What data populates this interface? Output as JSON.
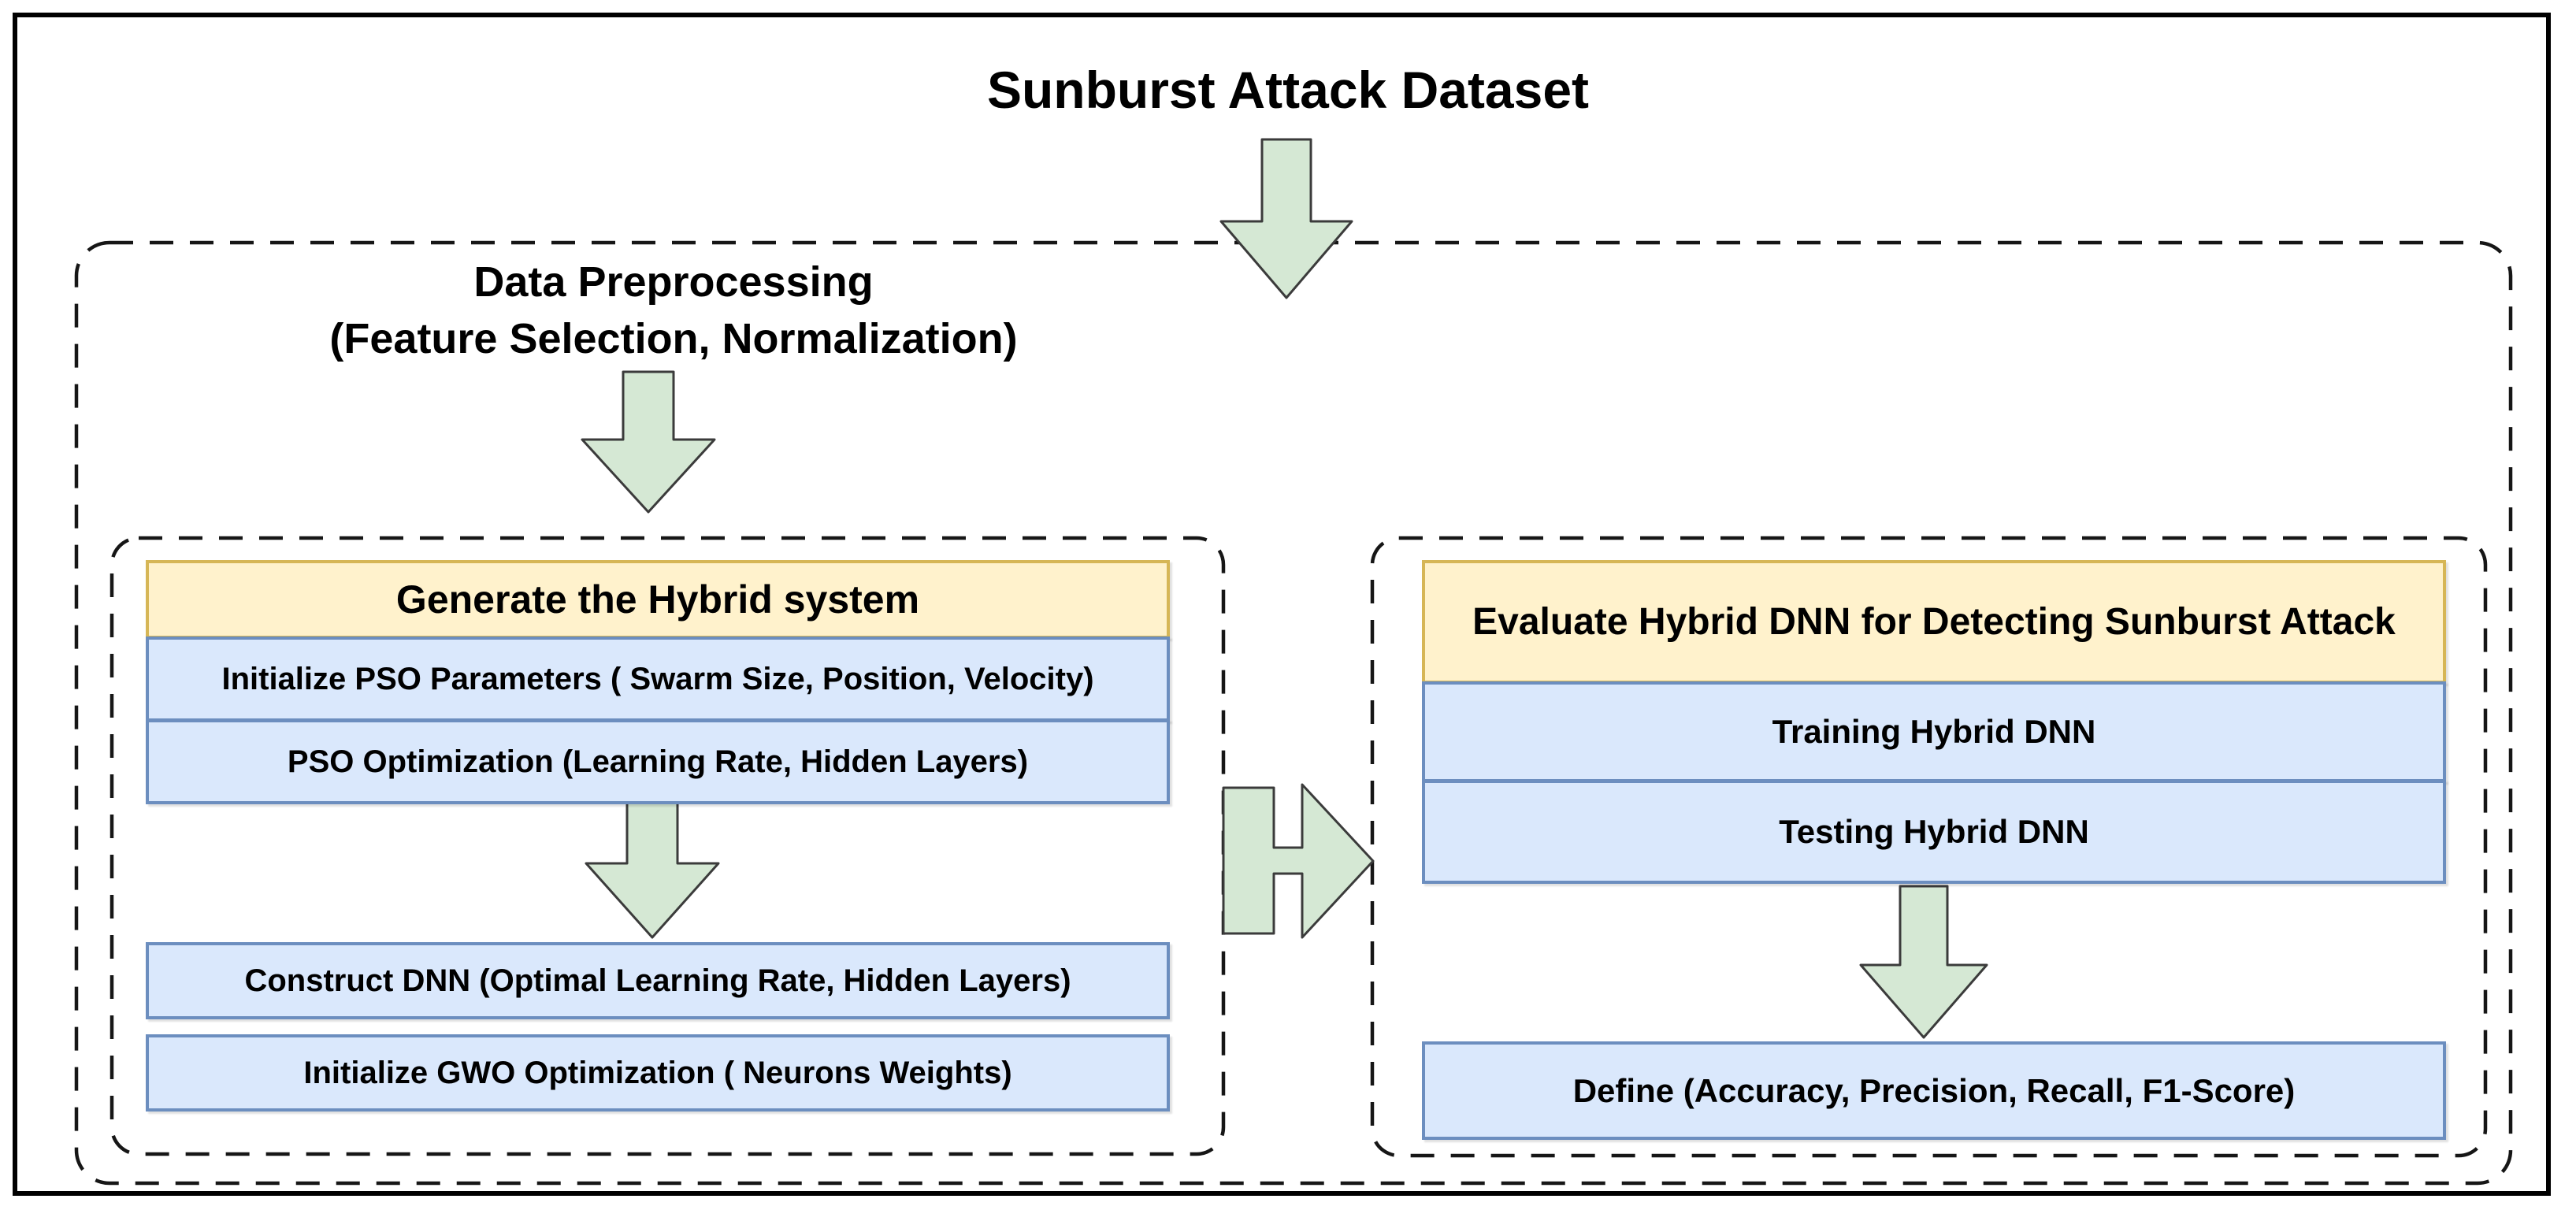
{
  "title": "Sunburst Attack Dataset",
  "preprocessing": {
    "line1": "Data Preprocessing",
    "line2": "(Feature Selection, Normalization)"
  },
  "hybrid_panel": {
    "header": "Generate the Hybrid system",
    "steps": [
      "Initialize PSO Parameters ( Swarm Size, Position, Velocity)",
      "PSO Optimization (Learning Rate, Hidden Layers)",
      "Construct DNN (Optimal Learning Rate, Hidden Layers)",
      "Initialize GWO Optimization ( Neurons Weights)"
    ]
  },
  "evaluate_panel": {
    "header": "Evaluate Hybrid DNN for Detecting Sunburst Attack",
    "steps": [
      "Training Hybrid DNN",
      "Testing Hybrid DNN",
      "Define (Accuracy, Precision, Recall, F1-Score)"
    ]
  },
  "icons": {
    "flow_arrows": [
      "down-arrow-dataset-to-preprocessing",
      "down-arrow-preprocessing-to-hybrid",
      "down-arrow-pso-to-construct",
      "down-arrow-testing-to-define",
      "right-arrow-hybrid-to-evaluate"
    ]
  },
  "colors": {
    "arrow_fill": "#D5E8D4",
    "header_fill": "#FFF2CC",
    "header_border": "#D6B656",
    "row_fill": "#DAE8FC",
    "row_border": "#6C8EBF",
    "dashed_border": "#161616"
  }
}
